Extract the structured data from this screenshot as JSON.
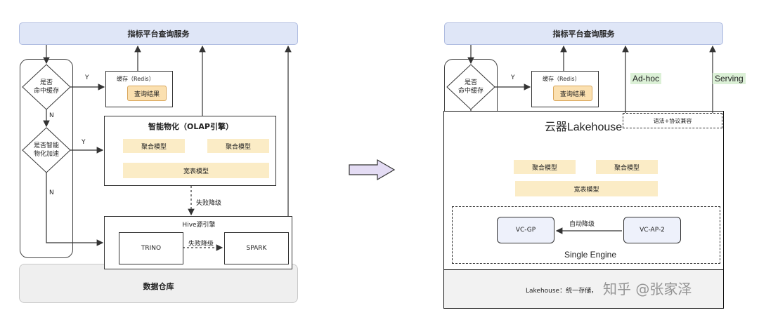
{
  "left": {
    "top_bar": "指标平台查询服务",
    "decision1": "是否\n命中缓存",
    "decision2": "是否智能\n物化加速",
    "y_label": "Y",
    "n_label": "N",
    "cache_title": "缓存（Redis）",
    "cache_result": "查询结果",
    "olap_title": "智能物化（OLAP引擎）",
    "agg_model": "聚合模型",
    "wide_model": "宽表模型",
    "fallback": "失败降级",
    "hive_title": "Hive源引擎",
    "trino": "TRINO",
    "spark": "SPARK",
    "warehouse": "数据仓库"
  },
  "right": {
    "top_bar": "指标平台查询服务",
    "decision1": "是否\n命中缓存",
    "y_label": "Y",
    "cache_title": "缓存（Redis）",
    "cache_result": "查询结果",
    "adhoc": "Ad-hoc",
    "serving": "Serving",
    "compat": "语法+协议兼容",
    "lakehouse_title": "云器Lakehouse",
    "agg_model": "聚合模型",
    "wide_model": "宽表模型",
    "vcgp": "VC-GP",
    "vcap": "VC-AP-2",
    "auto_fallback": "自动降级",
    "single_engine": "Single Engine",
    "storage": "Lakehouse：统一存储，",
    "watermark": "知乎 @张家泽"
  }
}
